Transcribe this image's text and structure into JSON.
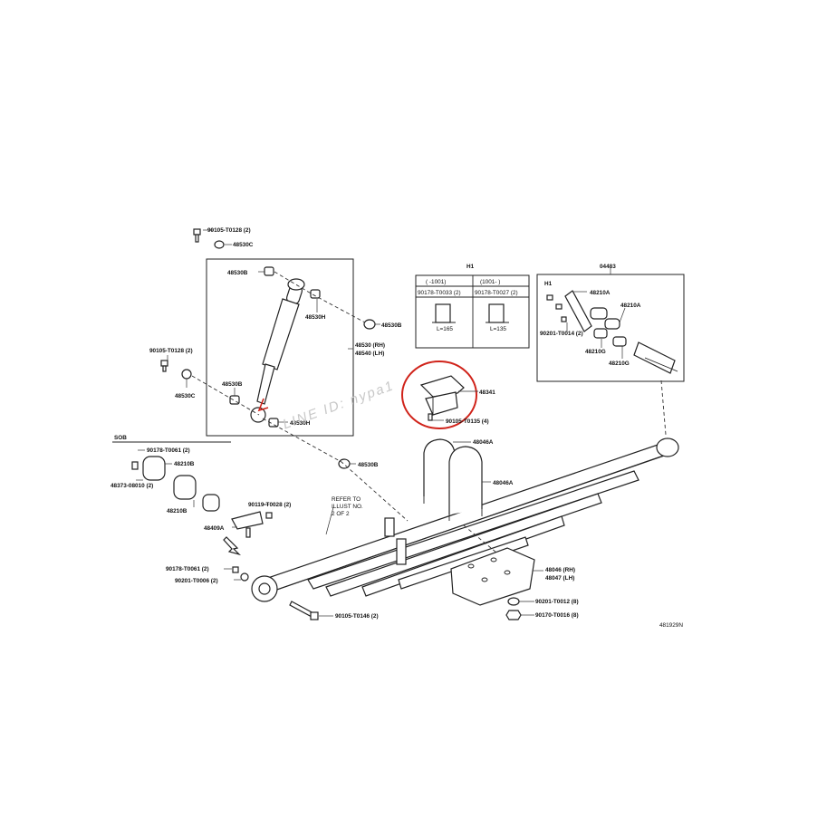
{
  "labels": {
    "p_90105_t0128_top": "90105-T0128 (2)",
    "p_48530c_top": "48530C",
    "p_48530b_a": "48530B",
    "p_48530b_b": "48530B",
    "p_48530h_a": "48530H",
    "p_48530h_b": "48530H",
    "p_48530b_right": "48530B",
    "p_48530_rh": "48530 (RH)",
    "p_48540_lh": "48540 (LH)",
    "p_90105_t0128_left": "90105-T0128 (2)",
    "p_48530c_left": "48530C",
    "p_48530b_low": "48530B",
    "p_48341": "48341",
    "p_90105_t0135": "90105-T0135 (4)",
    "p_48046a_1": "48046A",
    "p_48046a_2": "48046A",
    "p_sob": "SOB",
    "p_90178_t0061_a": "90178-T0061 (2)",
    "p_48210b_a": "48210B",
    "p_48373_08010": "48373-08010 (2)",
    "p_48210b_b": "48210B",
    "p_90119_t0028": "90119-T0028 (2)",
    "p_48409a": "48409A",
    "p_90178_t0061_b": "90178-T0061 (2)",
    "p_90201_t0006": "90201-T0006 (2)",
    "p_90105_t0146": "90105-T0146 (2)",
    "p_48046_rh": "48046 (RH)",
    "p_48047_lh": "48047 (LH)",
    "p_90201_t0012": "90201-T0012 (8)",
    "p_90170_t0016": "90170-T0016 (8)",
    "p_04483": "04483",
    "p_48210a_1": "48210A",
    "p_48210a_2": "48210A",
    "p_90201_t0014": "90201-T0014 (2)",
    "p_48210g_1": "48210G",
    "p_48210g_2": "48210G",
    "p_h1_right": "H1",
    "p_h1_table": "H1",
    "t_col1_head": "(   -1001)",
    "t_col2_head": "(1001-   )",
    "t_col1_part": "90178-T0033 (2)",
    "t_col2_part": "90178-T0027 (2)",
    "t_col1_len": "L=165",
    "t_col2_len": "L=135",
    "refer_note": "REFER TO\nILLUST NO.\n2 OF 2",
    "fig_id": "481929N",
    "watermark": "LINE ID: nypa1"
  }
}
